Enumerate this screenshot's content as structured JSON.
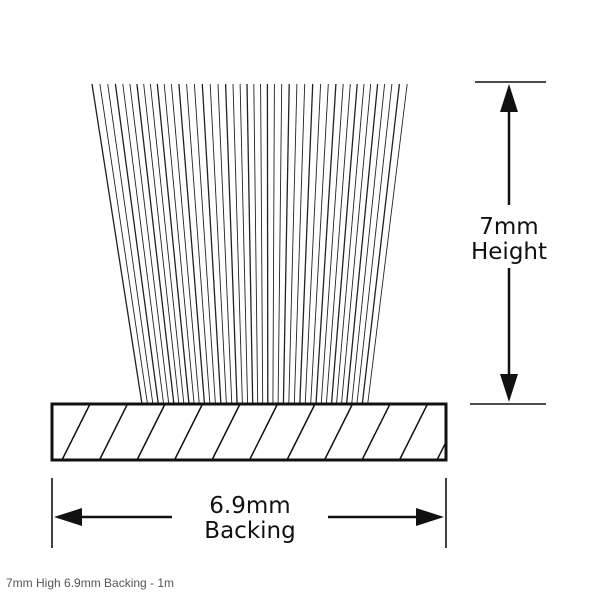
{
  "diagram": {
    "height_value": "7mm",
    "height_label": "Height",
    "backing_value": "6.9mm",
    "backing_label": "Backing"
  },
  "caption": "7mm High 6.9mm Backing - 1m",
  "colors": {
    "line": "#111111",
    "caption": "#555555",
    "background": "#ffffff"
  }
}
